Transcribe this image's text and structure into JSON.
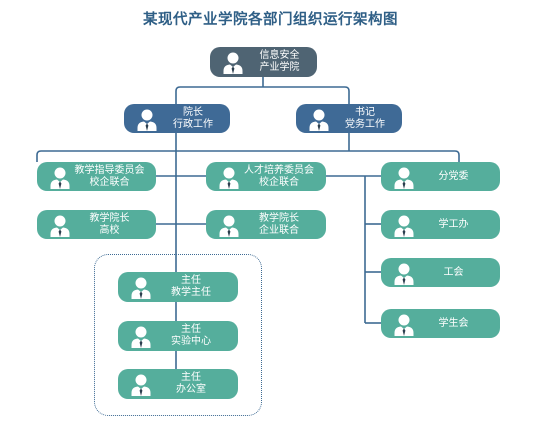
{
  "title": "某现代产业学院各部门组织运行架构图",
  "colors": {
    "top": "#4f6473",
    "blue": "#3f6a96",
    "teal": "#55ae9c",
    "line": "#3d6a93"
  },
  "icon": "person-icon",
  "nodes": [
    {
      "id": "root",
      "lines": [
        "信息安全",
        "产业学院"
      ]
    },
    {
      "id": "dean",
      "lines": [
        "院长",
        "行政工作"
      ]
    },
    {
      "id": "secretary",
      "lines": [
        "书记",
        "党务工作"
      ]
    },
    {
      "id": "committee",
      "lines": [
        "教学指导委员会",
        "校企联合"
      ]
    },
    {
      "id": "talent",
      "lines": [
        "人才培养委员会",
        "校企联合"
      ]
    },
    {
      "id": "party",
      "lines": [
        "分党委"
      ]
    },
    {
      "id": "dean_school",
      "lines": [
        "教学院长",
        "高校"
      ]
    },
    {
      "id": "dean_enterprise",
      "lines": [
        "教学院长",
        "企业联合"
      ]
    },
    {
      "id": "student_affairs",
      "lines": [
        "学工办"
      ]
    },
    {
      "id": "union",
      "lines": [
        "工会"
      ]
    },
    {
      "id": "student_union",
      "lines": [
        "学生会"
      ]
    },
    {
      "id": "director_teaching",
      "lines": [
        "主任",
        "教学主任"
      ]
    },
    {
      "id": "director_lab",
      "lines": [
        "主任",
        "实验中心"
      ]
    },
    {
      "id": "director_office",
      "lines": [
        "主任",
        "办公室"
      ]
    }
  ]
}
